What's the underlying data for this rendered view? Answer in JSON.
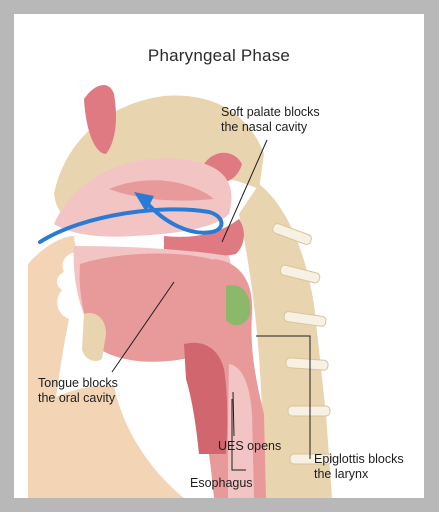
{
  "title": "Pharyngeal Phase",
  "labels": {
    "soft_palate": [
      "Soft palate blocks",
      "the nasal cavity"
    ],
    "tongue": [
      "Tongue blocks",
      "the oral cavity"
    ],
    "ues": [
      "UES opens"
    ],
    "epiglottis": [
      "Epiglottis blocks",
      "the larynx"
    ],
    "esophagus": [
      "Esophagus"
    ]
  },
  "colors": {
    "background": "#b8b8b8",
    "panel": "#ffffff",
    "bone": "#e8d5b0",
    "tissue": "#e89a9a",
    "airway": "#f2c4c4",
    "epiglottis": "#8cb86a",
    "arrow": "#2a7bd6"
  }
}
